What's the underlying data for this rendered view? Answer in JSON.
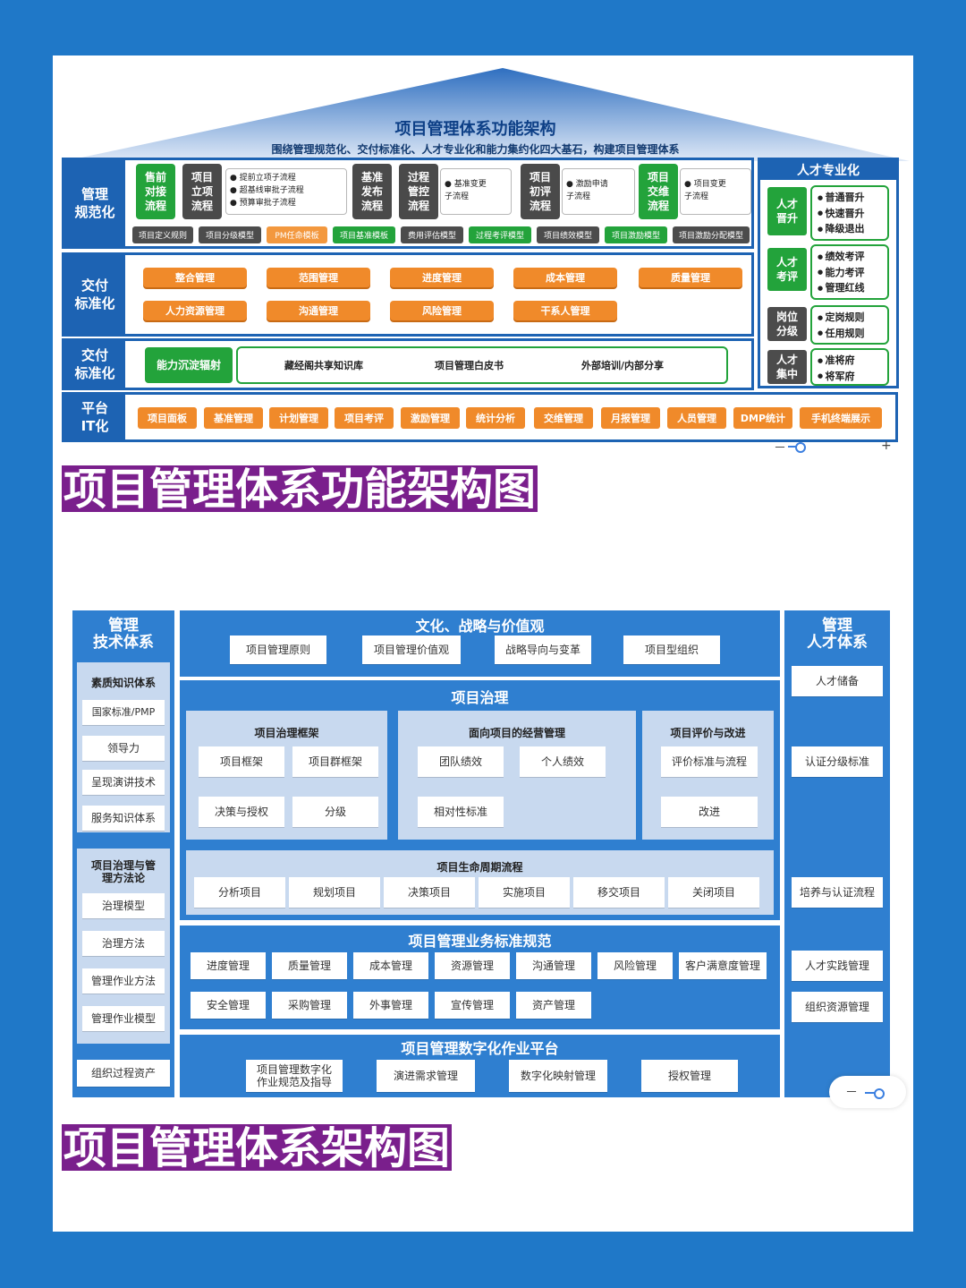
{
  "top": {
    "title": "项目管理体系功能架构",
    "subtitle": "围绕管理规范化、交付标准化、人才专业化和能力集约化四大基石，构建项目管理体系",
    "row1": {
      "label": "管理\n规范化",
      "boxes": [
        {
          "label": "售前\n对接\n流程",
          "color": "green"
        },
        {
          "label": "项目\n立项\n流程",
          "color": "dark"
        },
        {
          "label": "基准\n发布\n流程",
          "color": "dark"
        },
        {
          "label": "过程\n管控\n流程",
          "color": "dark"
        },
        {
          "label": "项目\n初评\n流程",
          "color": "dark"
        },
        {
          "label": "项目\n交维\n流程",
          "color": "green"
        }
      ],
      "notes": [
        "● 提前立项子流程\n● 超基线审批子流程\n● 预算审批子流程",
        "● 基准变更\n子流程",
        "● 激励申请\n子流程",
        "● 项目变更\n子流程"
      ],
      "tags": [
        {
          "label": "项目定义规则",
          "color": "dark"
        },
        {
          "label": "项目分级模型",
          "color": "dark"
        },
        {
          "label": "PM任命模板",
          "color": "orange"
        },
        {
          "label": "项目基准模板",
          "color": "green"
        },
        {
          "label": "费用评估模型",
          "color": "dark"
        },
        {
          "label": "过程考评模型",
          "color": "green"
        },
        {
          "label": "项目绩效模型",
          "color": "dark"
        },
        {
          "label": "项目激励模型",
          "color": "green"
        },
        {
          "label": "项目激励分配模型",
          "color": "dark"
        }
      ]
    },
    "row2": {
      "label": "交付\n标准化",
      "items": [
        "整合管理",
        "范围管理",
        "进度管理",
        "成本管理",
        "质量管理",
        "人力资源管理",
        "沟通管理",
        "风险管理",
        "干系人管理"
      ]
    },
    "row3": {
      "label": "交付\n标准化",
      "green_label": "能力沉淀辐射",
      "items": [
        "藏经阁共享知识库",
        "项目管理白皮书",
        "外部培训/内部分享"
      ]
    },
    "row4": {
      "label": "平台\nIT化",
      "items": [
        "项目面板",
        "基准管理",
        "计划管理",
        "项目考评",
        "激励管理",
        "统计分析",
        "交维管理",
        "月报管理",
        "人员管理",
        "DMP统计",
        "手机终端展示"
      ]
    },
    "talent": {
      "title": "人才专业化",
      "groups": [
        {
          "label": "人才\n晋升",
          "color": "green",
          "items": [
            "普通晋升",
            "快速晋升",
            "降级退出"
          ]
        },
        {
          "label": "人才\n考评",
          "color": "green",
          "items": [
            "绩效考评",
            "能力考评",
            "管理红线"
          ]
        },
        {
          "label": "岗位\n分级",
          "color": "dark",
          "items": [
            "定岗规则",
            "任用规则"
          ]
        },
        {
          "label": "人才\n集中",
          "color": "dark",
          "items": [
            "准将府",
            "将军府"
          ]
        }
      ]
    },
    "zoom": {
      "minus": "－",
      "plus": "+"
    },
    "caption": "项目管理体系功能架构图"
  },
  "bottom": {
    "left": {
      "title": "管理\n技术体系",
      "panel1_title": "素质知识体系",
      "panel1_items": [
        "国家标准/PMP",
        "领导力",
        "呈现演讲技术",
        "服务知识体系"
      ],
      "panel2_title": "项目治理与管\n理方法论",
      "panel2_items": [
        "治理模型",
        "治理方法",
        "管理作业方法",
        "管理作业模型"
      ],
      "bottom_item": "组织过程资产"
    },
    "culture": {
      "title": "文化、战略与价值观",
      "items": [
        "项目管理原则",
        "项目管理价值观",
        "战略导向与变革",
        "项目型组织"
      ]
    },
    "governance": {
      "title": "项目治理",
      "framework": {
        "title": "项目治理框架",
        "items": [
          "项目框架",
          "项目群框架",
          "决策与授权",
          "分级"
        ]
      },
      "business": {
        "title": "面向项目的经营管理",
        "items": [
          "团队绩效",
          "个人绩效",
          "相对性标准"
        ]
      },
      "evaluation": {
        "title": "项目评价与改进",
        "items": [
          "评价标准与流程",
          "改进"
        ]
      },
      "lifecycle": {
        "title": "项目生命周期流程",
        "items": [
          "分析项目",
          "规划项目",
          "决策项目",
          "实施项目",
          "移交项目",
          "关闭项目"
        ]
      }
    },
    "standards": {
      "title": "项目管理业务标准规范",
      "row1": [
        "进度管理",
        "质量管理",
        "成本管理",
        "资源管理",
        "沟通管理",
        "风险管理",
        "客户满意度管理"
      ],
      "row2": [
        "安全管理",
        "采购管理",
        "外事管理",
        "宣传管理",
        "资产管理"
      ]
    },
    "platform": {
      "title": "项目管理数字化作业平台",
      "items": [
        "项目管理数字化\n作业规范及指导",
        "演进需求管理",
        "数字化映射管理",
        "授权管理"
      ]
    },
    "right": {
      "title": "管理\n人才体系",
      "items": [
        "人才储备",
        "认证分级标准",
        "培养与认证流程",
        "人才实践管理",
        "组织资源管理"
      ]
    },
    "zoom": {
      "minus": "－"
    },
    "caption": "项目管理体系架构图"
  },
  "colors": {
    "blue": "#1d63b3",
    "green": "#23a33b",
    "orange": "#f08a2a",
    "purple": "#7a1f8c",
    "frame": "#1f78c8"
  }
}
